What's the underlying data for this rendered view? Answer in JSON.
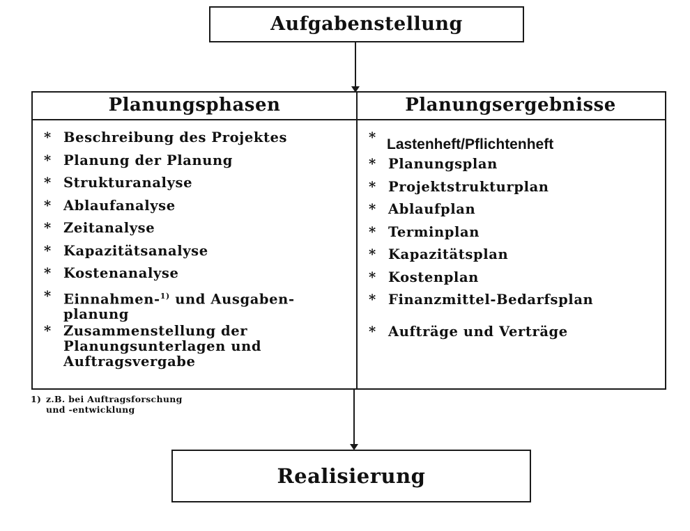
{
  "top_box": {
    "title": "Aufgabenstellung"
  },
  "bottom_box": {
    "title": "Realisierung"
  },
  "left_column": {
    "header": "Planungsphasen",
    "items": [
      "Beschreibung des Projektes",
      "Planung der Planung",
      "Strukturanalyse",
      "Ablaufanalyse",
      "Zeitanalyse",
      "Kapazitätsanalyse",
      "Kostenanalyse",
      "Einnahmen- und Ausgaben-planung",
      "Zusammenstellung der Planungsunterlagen und Auftragsvergabe"
    ],
    "item_8_part1": "Einnahmen-",
    "item_8_sup": "1)",
    "item_8_part2": " und Ausgaben-",
    "item_8_line2": "planung",
    "item_9_line1": "Zusammenstellung der",
    "item_9_line2": "Planungsunterlagen und",
    "item_9_line3": "Auftragsvergabe"
  },
  "right_column": {
    "header": "Planungsergebnisse",
    "items": [
      "Lastenheft/Pflichtenheft",
      "Planungsplan",
      "Projektstrukturplan",
      "Ablaufplan",
      "Terminplan",
      "Kapazitätsplan",
      "Kostenplan",
      "Finanzmittel-Bedarfsplan",
      "Aufträge und Verträge"
    ]
  },
  "bullet": "*",
  "footnote": {
    "mark": "1)",
    "line1": "z.B. bei Auftragsforschung",
    "line2": "und -entwicklung"
  }
}
